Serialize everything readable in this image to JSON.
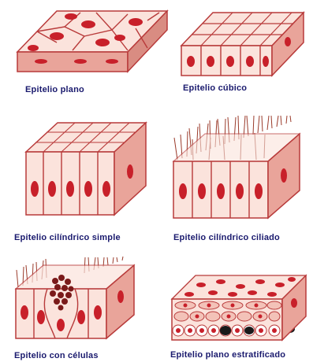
{
  "labels": {
    "plano": "Epitelio plano",
    "cubico": "Epitelio cúbico",
    "cilindrico_simple": "Epitelio cilíndrico simple",
    "cilindrico_ciliado": "Epitelio cilíndrico ciliado",
    "celulas": "Epitelio con células",
    "plano_estratificado": "Epitelio plano estratificado"
  },
  "colors": {
    "cell_fill": "#fbe3dc",
    "cell_border": "#b83a3a",
    "nucleus": "#c8202a",
    "side_fill": "#e9a49a",
    "cilia": "#9a3a2a",
    "label_text": "#1a1a6e"
  }
}
